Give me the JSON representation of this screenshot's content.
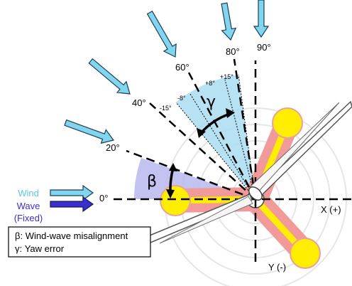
{
  "angle_labels": [
    "0°",
    "20°",
    "40°",
    "60°",
    "80°",
    "90°"
  ],
  "yaw_labels": [
    "-15°",
    "-8°",
    "+8°",
    "+15°"
  ],
  "axis_labels": {
    "x": "X (+)",
    "y": "Y (-)"
  },
  "symbols": {
    "beta": "β",
    "gamma": "γ"
  },
  "wind_label": "Wind",
  "wave_label": "Wave",
  "wave_sub": "(Fixed)",
  "legend": {
    "beta_line": "β: Wind-wave misalignment",
    "gamma_line": "γ: Yaw error"
  },
  "colors": {
    "wind_arrow": "#7fd6ee",
    "wave_arrow": "#3a2fcf",
    "wind_text": "#5bc8e6",
    "wave_text": "#3a2fcf",
    "beta_sector": "#b9b9f0",
    "yaw_sector": "#a9ddf2",
    "pontoon": "#f29a9a",
    "column": "#ffee00"
  }
}
